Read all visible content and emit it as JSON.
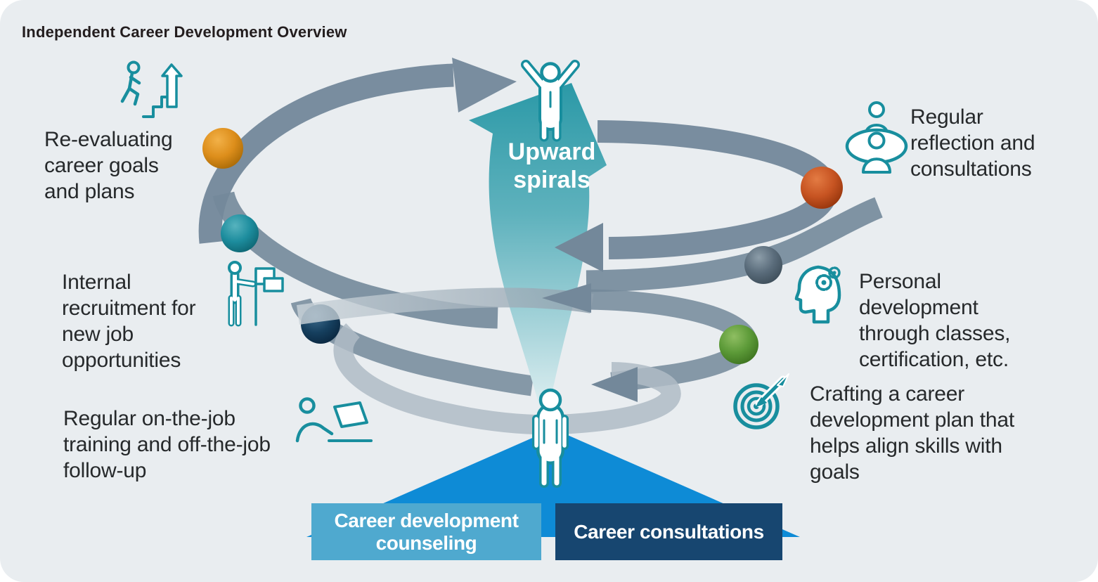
{
  "title": "Independent Career Development Overview",
  "center": {
    "arrow_label": "Upward spirals",
    "top_figure": "celebrating-person-icon",
    "bottom_figure": "standing-person-icon"
  },
  "stages": [
    {
      "id": "re-evaluating",
      "label": "Re-evaluating career goals and plans",
      "icon": "stairs-climb-icon",
      "dot_color": "#DD8E1B"
    },
    {
      "id": "internal-recruitment",
      "label": "Internal recruitment for new job opportunities",
      "icon": "flag-bearer-icon",
      "dot_color": "#1D8D9E"
    },
    {
      "id": "ojt-training",
      "label": "Regular on-the-job training and off-the-job follow-up",
      "icon": "laptop-user-icon",
      "dot_color": "#16405F"
    },
    {
      "id": "reflection",
      "label": "Regular reflection and consultations",
      "icon": "consultation-icon",
      "dot_color": "#C75422"
    },
    {
      "id": "personal-development",
      "label": "Personal development through classes, certification, etc.",
      "icon": "mind-gears-icon",
      "dot_color": "#5A6C7B"
    },
    {
      "id": "career-plan",
      "label": "Crafting a career development plan that helps align skills with goals",
      "icon": "target-dart-icon",
      "dot_color": "#5C9A38"
    }
  ],
  "footer": {
    "counseling_box": "Career development counseling",
    "consultations_box": "Career consultations"
  },
  "colors": {
    "background": "#E9EDF0",
    "spiral_band": "#73889A",
    "spiral_band_light": "#AFBBC5",
    "funnel_teal_top": "#2B99A7",
    "funnel_teal_bottom": "#EDF6F7",
    "icon_teal": "#188E9E",
    "triangle_blue": "#0E8BD6",
    "box_light_blue": "#4FA9CF",
    "box_dark_navy": "#174670",
    "text": "#26292B"
  }
}
